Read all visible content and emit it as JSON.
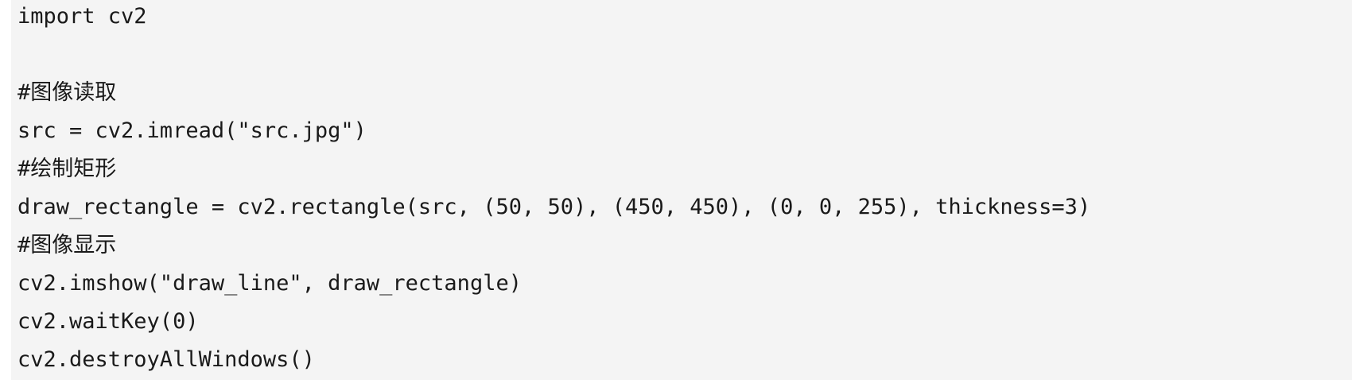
{
  "code": {
    "lines": [
      "import cv2",
      "",
      "#图像读取",
      "src = cv2.imread(\"src.jpg\")",
      "#绘制矩形",
      "draw_rectangle = cv2.rectangle(src, (50, 50), (450, 450), (0, 0, 255), thickness=3)",
      "#图像显示",
      "cv2.imshow(\"draw_line\", draw_rectangle)",
      "cv2.waitKey(0)",
      "cv2.destroyAllWindows()"
    ]
  }
}
